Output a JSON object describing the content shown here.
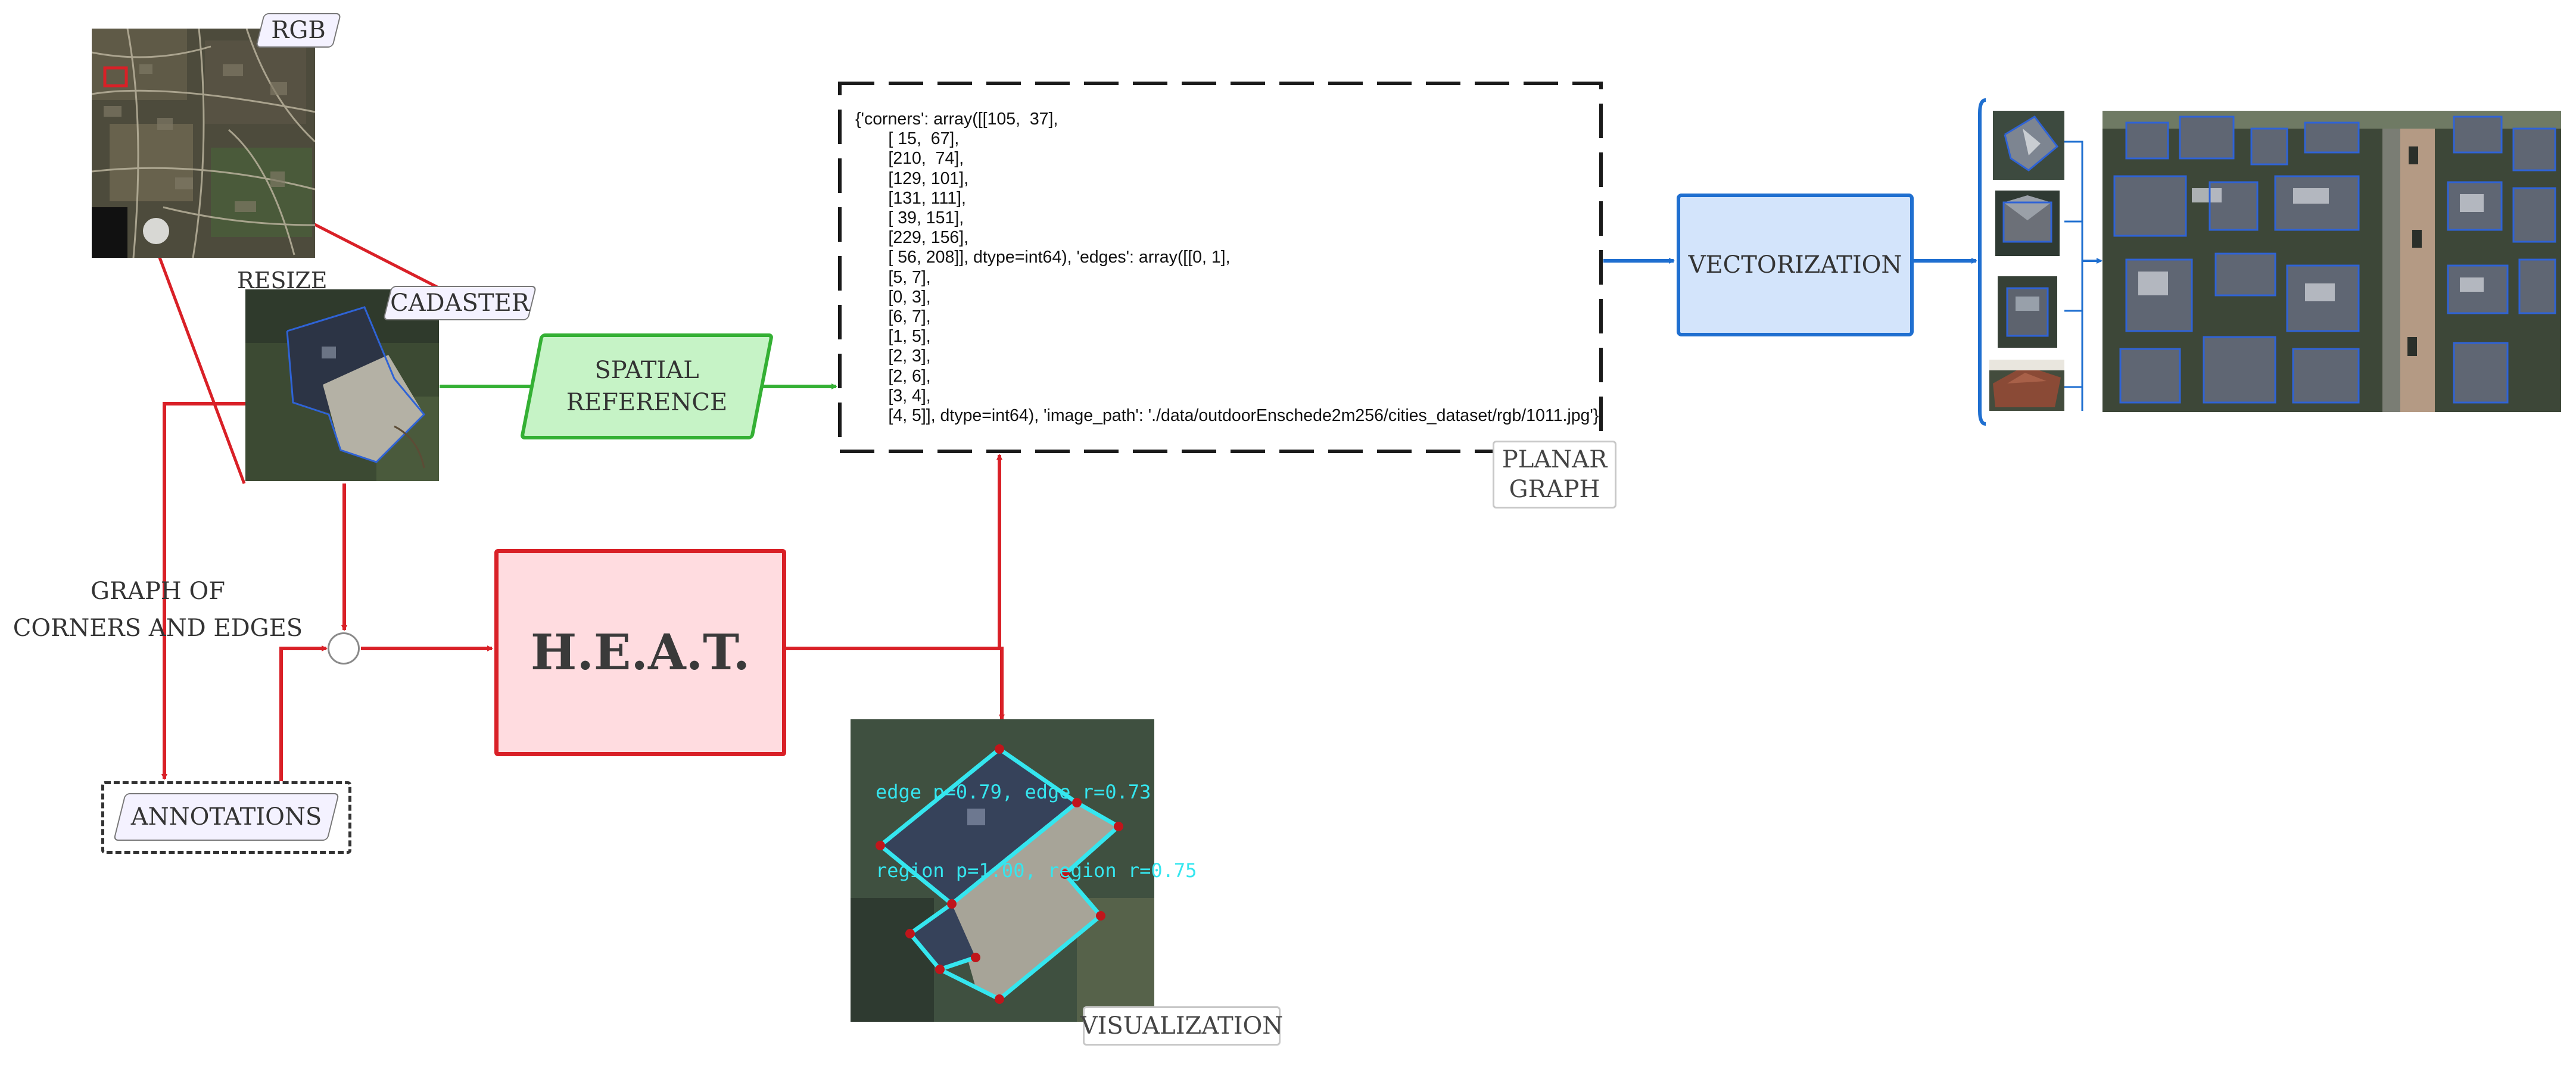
{
  "labels": {
    "rgb": "RGB",
    "resize": "RESIZE",
    "cadaster": "CADASTER",
    "spatial_reference": [
      "SPATIAL",
      "REFERENCE"
    ],
    "graph_of_corners": [
      "GRAPH OF",
      "CORNERS AND EDGES"
    ],
    "annotations": "ANNOTATIONS",
    "heat": "H.E.A.T.",
    "planar_graph": [
      "PLANAR",
      "GRAPH"
    ],
    "visualization": "VISUALIZATION",
    "vectorization": "VECTORIZATION"
  },
  "planar_graph_text": "{'corners': array([[105,  37],\n       [ 15,  67],\n       [210,  74],\n       [129, 101],\n       [131, 111],\n       [ 39, 151],\n       [229, 156],\n       [ 56, 208]], dtype=int64), 'edges': array([[0, 1],\n       [5, 7],\n       [0, 3],\n       [6, 7],\n       [1, 5],\n       [2, 3],\n       [2, 6],\n       [3, 4],\n       [4, 5]], dtype=int64), 'image_path': './data/outdoorEnschede2m256/cities_dataset/rgb/1011.jpg'}",
  "visualization_metrics": [
    "edge p=0.79, edge r=0.73",
    "region p=1.00, region r=0.75"
  ],
  "colors": {
    "red_flow": "#d92027",
    "green_flow": "#34b034",
    "blue_flow": "#1f6fd0",
    "heat_fill": "#ffdce0",
    "spatial_fill": "#c6f3c6",
    "vector_fill": "#d3e4fb",
    "prediction_outline": "#35e6ef",
    "footprint_outline": "#2f63d6"
  }
}
